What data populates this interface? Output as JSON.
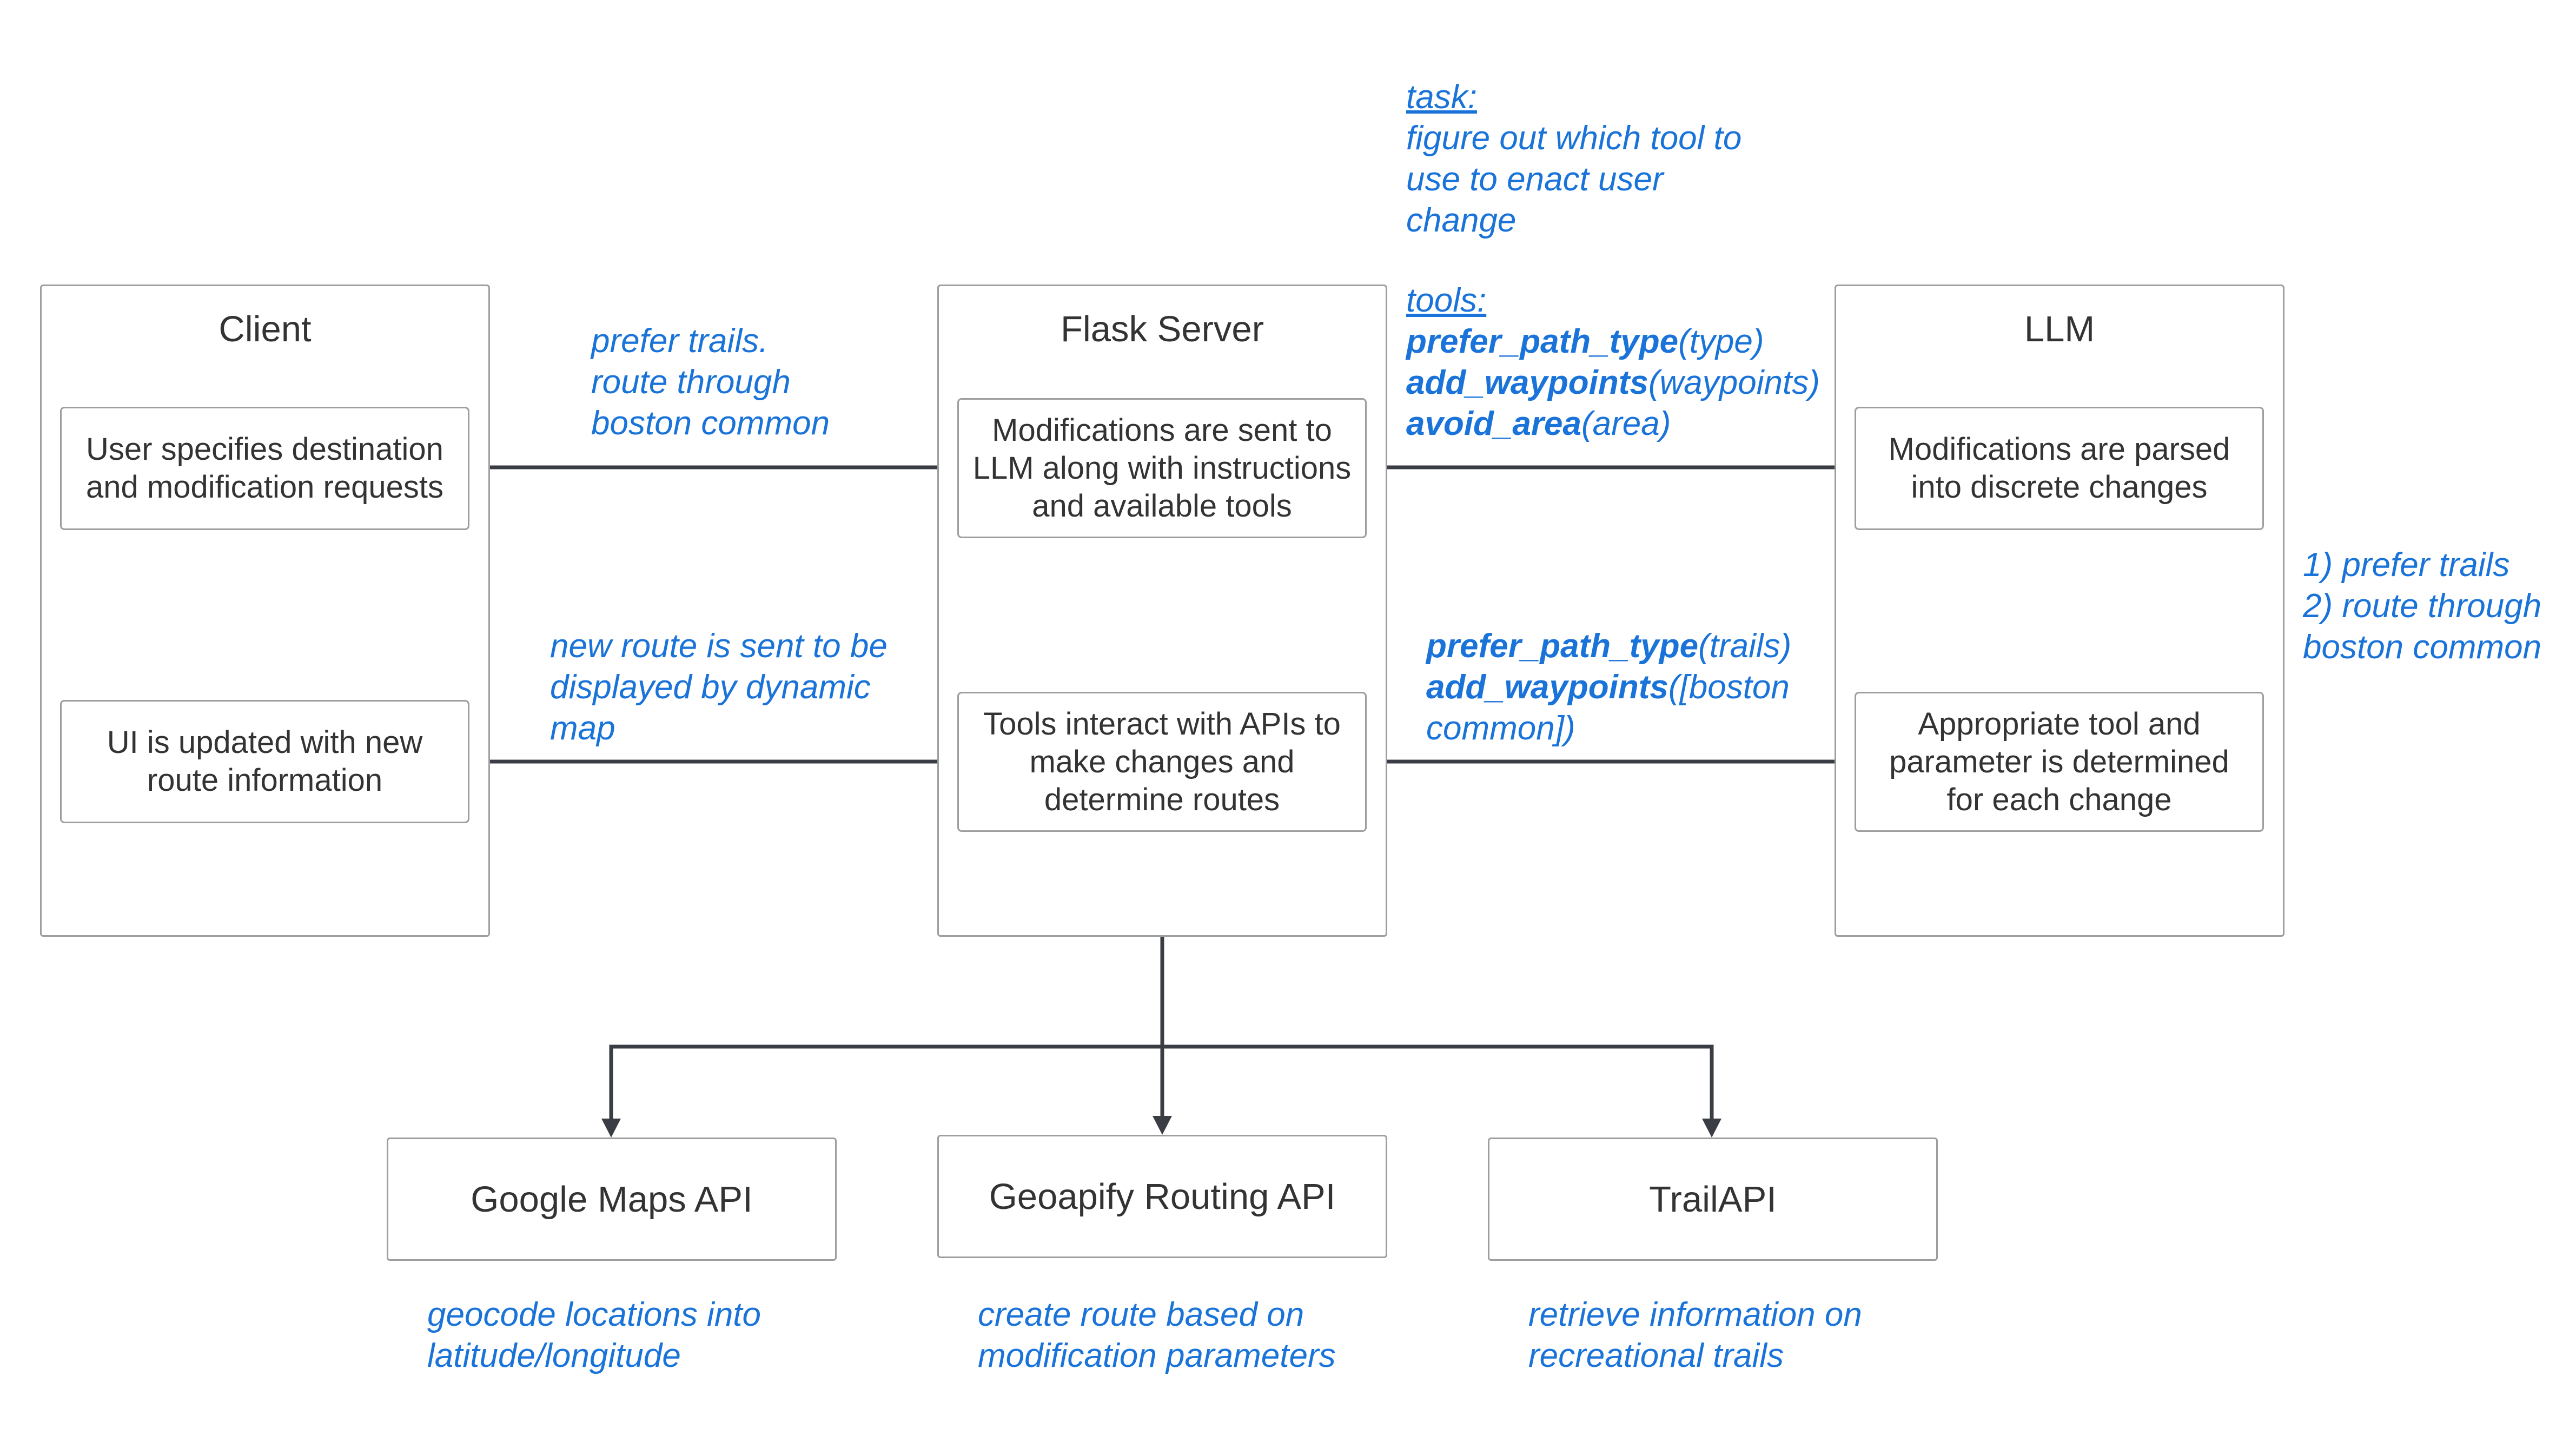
{
  "containers": {
    "client": "Client",
    "flask": "Flask Server",
    "llm": "LLM"
  },
  "boxes": {
    "user_specifies": "User specifies destination and modification requests",
    "ui_updated": "UI is updated with new route information",
    "modifications_sent": "Modifications are sent to LLM along with instructions and available tools",
    "tools_interact": "Tools interact with APIs to make changes and determine routes",
    "modifications_parsed": "Modifications are parsed into discrete changes",
    "appropriate_tool": "Appropriate tool and parameter is determined for each change"
  },
  "apis": {
    "google_maps": "Google Maps API",
    "geoapify": "Geoapify Routing API",
    "trailapi": "TrailAPI"
  },
  "notes": {
    "prefer_trails_request": {
      "line1": "prefer trails.",
      "line2": "route through",
      "line3": "boston common"
    },
    "task": {
      "label": "task:",
      "line1": "figure out which tool to",
      "line2": "use to enact user",
      "line3": "change"
    },
    "tools": {
      "label": "tools:",
      "t1_name": "prefer_path_type",
      "t1_arg": "(type)",
      "t2_name": "add_waypoints",
      "t2_arg": "(waypoints)",
      "t3_name": "avoid_area",
      "t3_arg": "(area)"
    },
    "new_route": {
      "line1": "new route is sent to be",
      "line2": "displayed by dynamic",
      "line3": "map"
    },
    "tool_calls": {
      "c1_name": "prefer_path_type",
      "c1_arg": "(trails)",
      "c2_name": "add_waypoints",
      "c2_arg": "([boston",
      "c2_cont": "common])"
    },
    "parsed_list": {
      "line1": "1) prefer trails",
      "line2": "2) route through",
      "line3": "boston common"
    },
    "google_desc": {
      "line1": "geocode locations into",
      "line2": "latitude/longitude"
    },
    "geoapify_desc": {
      "line1": "create route based on",
      "line2": "modification parameters"
    },
    "trail_desc": {
      "line1": "retrieve information on",
      "line2": "recreational trails"
    }
  },
  "colors": {
    "annotation": "#1a73d9",
    "arrow": "#3a3d44",
    "border": "#9e9e9e",
    "text": "#333333"
  }
}
